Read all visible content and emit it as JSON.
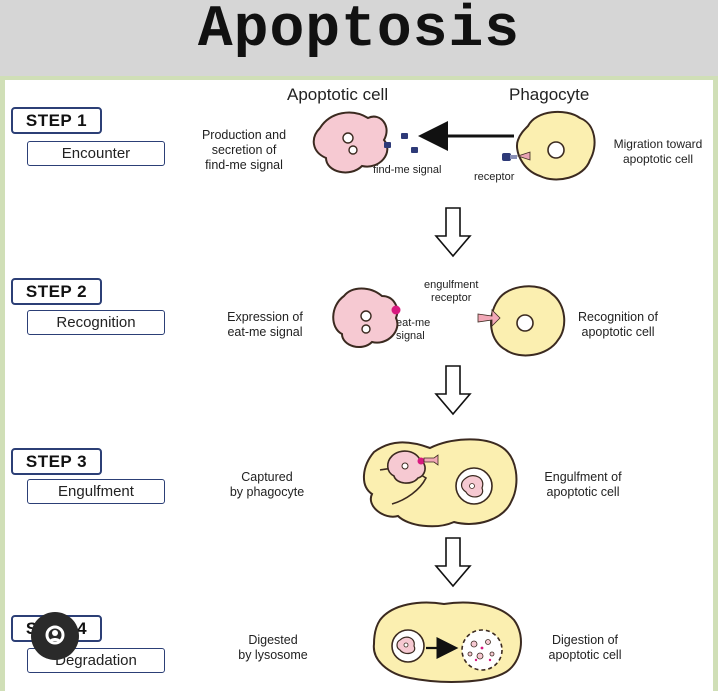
{
  "title": "Apoptosis",
  "columns": {
    "apoptotic": "Apoptotic cell",
    "phagocyte": "Phagocyte"
  },
  "steps": [
    {
      "tag": "STEP 1",
      "name": "Encounter",
      "left_label": "Production and\nsecretion of\nfind-me signal",
      "right_label": "Migration toward\napoptotic cell"
    },
    {
      "tag": "STEP 2",
      "name": "Recognition",
      "left_label": "Expression of\neat-me signal",
      "right_label": "Recognition of\napoptotic cell"
    },
    {
      "tag": "STEP 3",
      "name": "Engulfment",
      "left_label": "Captured\nby phagocyte",
      "right_label": "Engulfment of\napoptotic cell"
    },
    {
      "tag": "STEP 4",
      "name": "Degradation",
      "left_label": "Digested\nby lysosome",
      "right_label": "Digestion of\napoptotic cell"
    }
  ],
  "annotations": {
    "find_me": "find-me signal",
    "receptor": "receptor",
    "engulfment_receptor": "engulfment\nreceptor",
    "eat_me": "eat-me\nsignal"
  },
  "colors": {
    "apoptotic_fill": "#f6c9d2",
    "phagocyte_fill": "#fbefb0",
    "outline": "#3b2a20",
    "signal": "#2e3a78",
    "eat_me_dot": "#d8197f",
    "receptor": "#f2a8b7"
  },
  "icons": {
    "avatar": "person-icon"
  }
}
